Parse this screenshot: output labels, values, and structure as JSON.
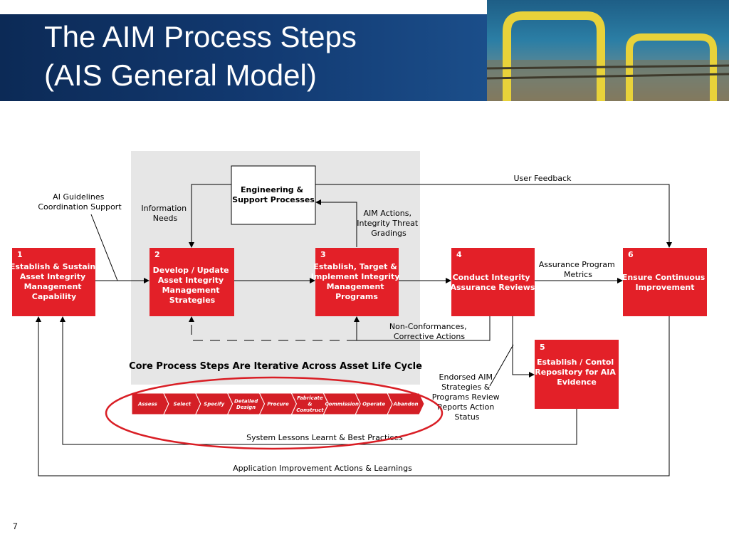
{
  "slide": {
    "title_line1": "The AIM Process Steps",
    "title_line2": "(AIS General Model)",
    "page_number": "7"
  },
  "diagram": {
    "steps": [
      {
        "num": "1",
        "lines": [
          "Establish & Sustain",
          "Asset Integrity",
          "Management",
          "Capability"
        ]
      },
      {
        "num": "2",
        "lines": [
          "Develop / Update",
          "Asset Integrity",
          "Management",
          "Strategies"
        ]
      },
      {
        "num": "3",
        "lines": [
          "Establish, Target &",
          "Implement Integrity",
          "Management",
          "Programs"
        ]
      },
      {
        "num": "4",
        "lines": [
          "Conduct Integrity",
          "Assurance Reviews"
        ]
      },
      {
        "num": "6",
        "lines": [
          "Ensure Continuous",
          "Improvement"
        ]
      },
      {
        "num": "5",
        "lines": [
          "Establish /  Contol",
          "Repository for AIA",
          "Evidence"
        ]
      }
    ],
    "engineering_box": [
      "Engineering &",
      "Support Processes"
    ],
    "labels": {
      "ai_guidelines": [
        "AI Guidelines",
        "Coordination Support"
      ],
      "information_needs": [
        "Information",
        "Needs"
      ],
      "aim_actions": [
        "AIM Actions,",
        "Integrity Threat",
        "Gradings"
      ],
      "user_feedback": "User Feedback",
      "assurance_metrics": [
        "Assurance Program",
        "Metrics"
      ],
      "non_conformances": [
        "Non-Conformances,",
        "Corrective Actions"
      ],
      "core_process": "Core Process Steps Are Iterative Across Asset Life Cycle",
      "endorsed": [
        "Endorsed AIM",
        "Strategies &",
        "Programs Review",
        "Reports Action",
        "Status"
      ],
      "lessons": "System Lessons Learnt & Best Practices",
      "improvement": "Application Improvement Actions & Learnings"
    },
    "lifecycle": [
      [
        "Assess"
      ],
      [
        "Select"
      ],
      [
        "Specify"
      ],
      [
        "Detailed",
        "Design"
      ],
      [
        "Procure"
      ],
      [
        "Fabricate",
        "&",
        "Construct"
      ],
      [
        "Commission"
      ],
      [
        "Operate"
      ],
      [
        "Abandon"
      ]
    ],
    "colors": {
      "step_red": "#e32028",
      "lifecycle_red": "#d41f26",
      "highlight_ellipse": "#d91e25",
      "core_panel": "#e6e6e6",
      "banner_navy": "#0f3166"
    }
  }
}
